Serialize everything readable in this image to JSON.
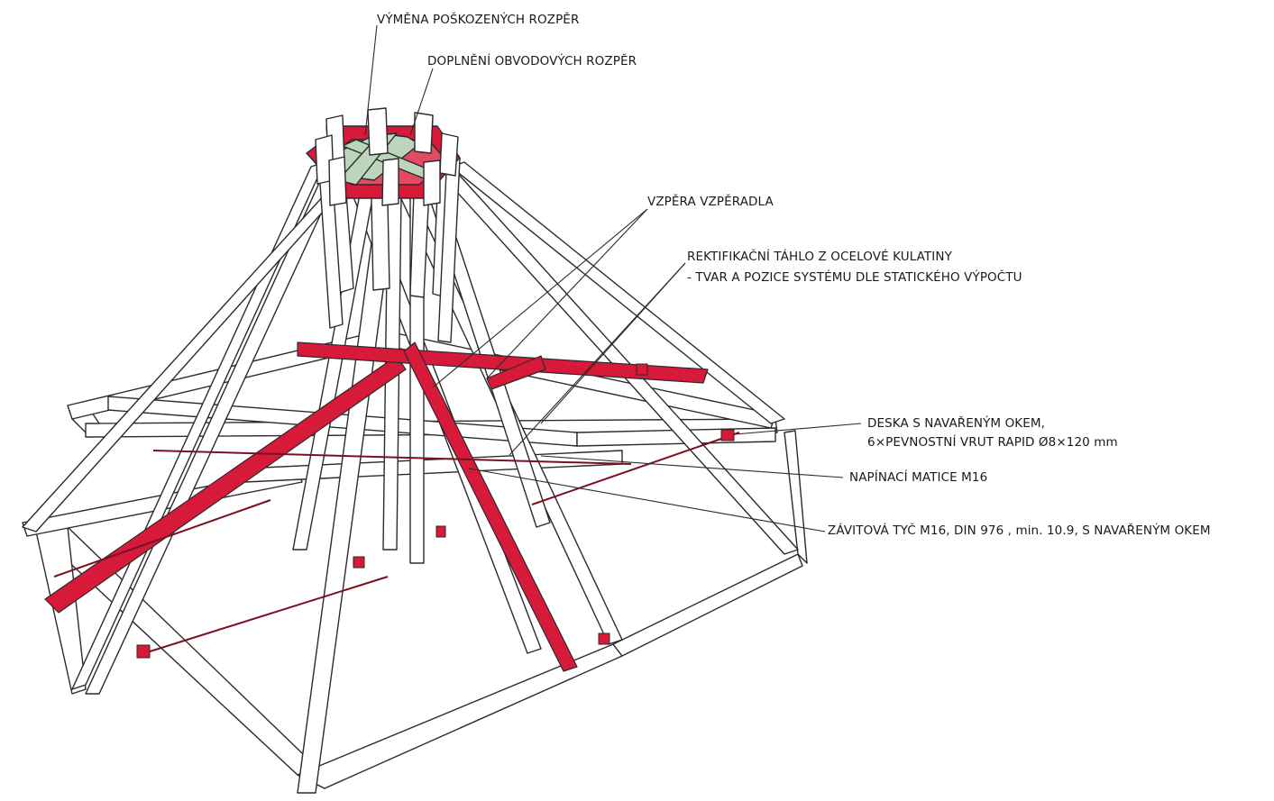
{
  "colors": {
    "background": "#ffffff",
    "timber_fill": "#ffffff",
    "timber_stroke": "#2b2b2b",
    "highlight_red": "#d7193a",
    "highlight_green": "#bcd6bd",
    "leader_line": "#2b2b2b"
  },
  "labels": {
    "replace_damaged_struts": "VÝMĚNA POŠKOZENÝCH ROZPĚR",
    "add_perimeter_struts": "DOPLNĚNÍ OBVODOVÝCH ROZPĚR",
    "strut_brace": "VZPĚRA VZPĚRADLA",
    "rectification_rod_line1": "REKTIFIKAČNÍ TÁHLO Z OCELOVÉ KULATINY",
    "rectification_rod_line2": "- TVAR A POZICE SYSTÉMU DLE STATICKÉHO VÝPOČTU",
    "plate_line1": "DESKA S NAVAŘENÝM OKEM,",
    "plate_line2": "6×PEVNOSTNÍ VRUT RAPID Ø8×120 mm",
    "tension_nut": "NAPÍNACÍ MATICE M16",
    "threaded_rod": "ZÁVITOVÁ TYČ M16, DIN 976 , min. 10.9, S NAVAŘENÝM OKEM"
  }
}
